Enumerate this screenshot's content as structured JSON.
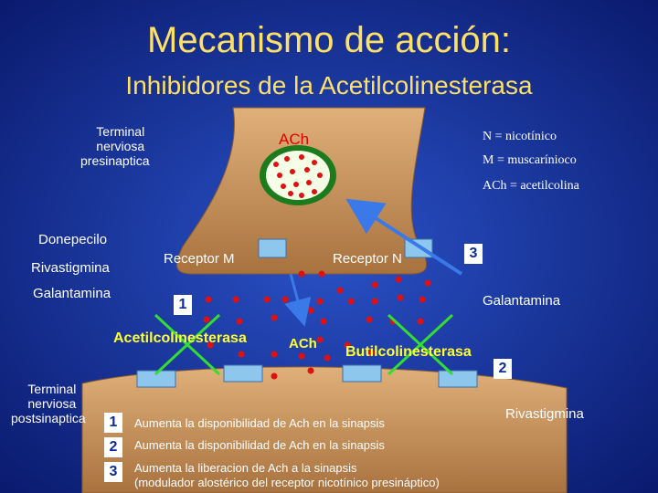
{
  "title": "Mecanismo de acción:",
  "subtitle": "Inhibidores de la Acetilcolinesterasa",
  "labels": {
    "presynaptic": [
      "Terminal",
      "nerviosa",
      "presinaptica"
    ],
    "postsynaptic": [
      "Terminal",
      "nerviosa",
      "postsinaptica"
    ],
    "ach_vesicle": "ACh",
    "receptor_m": "Receptor M",
    "receptor_n": "Receptor N",
    "ach_cleft": "ACh",
    "acetylcholinesterase": "Acetilcolinesterasa",
    "butyrylcholinesterase": "Butilcolinesterasa"
  },
  "key": {
    "n": "N = nicotínico",
    "m": "M = muscarínioco",
    "ach": "ACh = acetilcolina"
  },
  "drugs": {
    "left": [
      "Donepecilo",
      "Rivastigmina",
      "Galantamina"
    ],
    "right_top": "Galantamina",
    "right_bottom": "Rivastigmina"
  },
  "markers": {
    "one": "1",
    "two": "2",
    "three": "3"
  },
  "legend": [
    {
      "num": "1",
      "text": "Aumenta la disponibilidad de Ach en la sinapsis"
    },
    {
      "num": "2",
      "text": "Aumenta la disponibilidad de Ach en la sinapsis"
    },
    {
      "num": "3",
      "text": "Aumenta la liberacion de Ach a la sinapsis",
      "text2": "(modulador alostérico del receptor nicotínico presináptico)"
    }
  ],
  "colors": {
    "background_center": "#2a52c8",
    "background_edge": "#0a1a6e",
    "title": "#ffe066",
    "terminal": "#c8935a",
    "ach_dot": "#e01010",
    "receptor": "#8ec7ee",
    "x_mark": "#33dd33",
    "arrow": "#3a7ae8",
    "enzyme_text": "#ffff33"
  }
}
